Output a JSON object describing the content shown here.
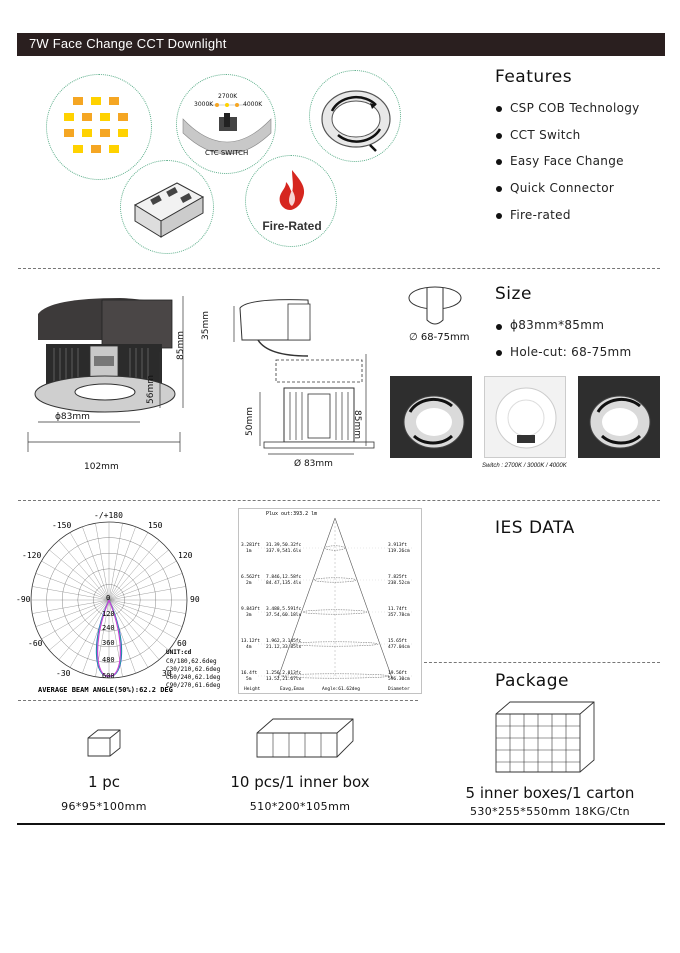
{
  "header": {
    "title": "7W Face Change CCT Downlight"
  },
  "features": {
    "heading": "Features",
    "items": [
      "CSP COB  Technology",
      "CCT Switch",
      "Easy Face Change",
      "Quick Connector",
      "Fire-rated"
    ],
    "cct_labels": {
      "top": "2700K",
      "left": "3000K",
      "right": "4000K",
      "switch": "CTC SWITCH"
    },
    "fire_label": "Fire-Rated"
  },
  "size": {
    "heading": "Size",
    "items": [
      "ϕ83mm*85mm",
      "Hole-cut: 68-75mm"
    ],
    "hole_label": "∅ 68-75mm",
    "switch_caption": "Switch : 2700K / 3000K / 4000K",
    "dims": {
      "d83": "ϕ83mm",
      "w102": "102mm",
      "h85": "85mm",
      "h56": "56mm",
      "h35": "35mm",
      "h50": "50mm",
      "h85b": "85mm",
      "d83b": "Ø 83mm"
    }
  },
  "ies": {
    "heading": "IES DATA",
    "polar": {
      "top_label": "-/+180",
      "angles": [
        "-150",
        "150",
        "-120",
        "120",
        "-90",
        "90",
        "-60",
        "60",
        "-30",
        "0",
        "30"
      ],
      "rings": [
        "120",
        "240",
        "360",
        "480",
        "600"
      ],
      "unit": "UNIT:cd",
      "legend": [
        "C0/180,62.6deg",
        "C30/210,62.6deg",
        "C60/240,62.1deg",
        "C90/270,61.6deg"
      ],
      "beam": "AVERAGE BEAM ANGLE(50%):62.2 DEG"
    },
    "cone": {
      "title": "Plux out:393.2 lm",
      "rows": [
        {
          "h": "3.281ft",
          "m": "1m",
          "l1": "31.39,50.32fc",
          "l2": "337.9,541.6lx",
          "r1": "3.913ft",
          "r2": "119.26cm"
        },
        {
          "h": "6.562ft",
          "m": "2m",
          "l1": "7.846,12.58fc",
          "l2": "84.47,135.4lx",
          "r1": "7.825ft",
          "r2": "238.52cm"
        },
        {
          "h": "9.843ft",
          "m": "3m",
          "l1": "3.488,5.591fc",
          "l2": "37.54,60.18lx",
          "r1": "11.74ft",
          "r2": "357.78cm"
        },
        {
          "h": "13.12ft",
          "m": "4m",
          "l1": "1.962,3.145fc",
          "l2": "21.12,33.85lx",
          "r1": "15.65ft",
          "r2": "477.04cm"
        },
        {
          "h": "16.4ft",
          "m": "5m",
          "l1": "1.256,2.013fc",
          "l2": "13.52,21.67lx",
          "r1": "19.56ft",
          "r2": "596.30cm"
        }
      ],
      "footer": [
        "Height",
        "Eavg,Emax",
        "Angle:61.62deg",
        "Diameter"
      ]
    }
  },
  "package": {
    "heading": "Package",
    "items": [
      {
        "label": "1 pc",
        "dim": "96*95*100mm"
      },
      {
        "label": "10 pcs/1 inner box",
        "dim": "510*200*105mm"
      },
      {
        "label": "5 inner boxes/1 carton",
        "dim": "530*255*550mm  18KG/Ctn"
      }
    ]
  },
  "colors": {
    "title_bar": "#2a1f1f",
    "circle_border": "#5cae8a",
    "fire": "#d6261f",
    "led_orange": "#f5a623",
    "led_yellow": "#ffd200"
  }
}
